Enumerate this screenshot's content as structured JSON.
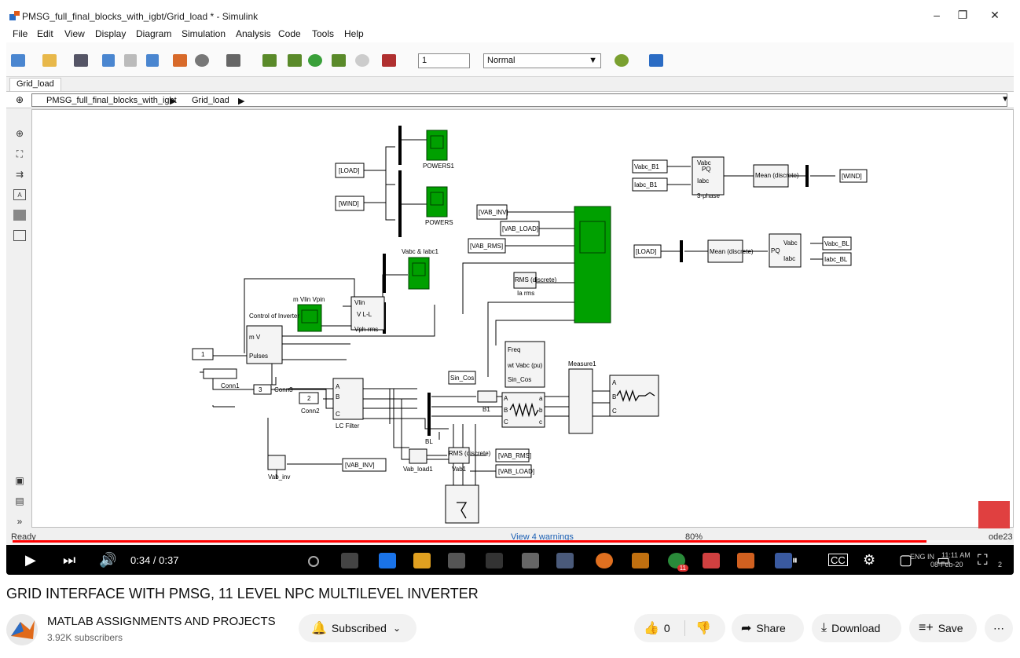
{
  "sim_window": {
    "title": "PMSG_full_final_blocks_with_igbt/Grid_load * - Simulink",
    "controls": {
      "minimize": "–",
      "restore": "❐",
      "close": "✕"
    }
  },
  "menu": [
    "File",
    "Edit",
    "View",
    "Display",
    "Diagram",
    "Simulation",
    "Analysis",
    "Code",
    "Tools",
    "Help"
  ],
  "toolbar": {
    "stop_time": "1",
    "sim_mode": "Normal"
  },
  "tab": "Grid_load",
  "breadcrumb": [
    "PMSG_full_final_blocks_with_igbt",
    "Grid_load"
  ],
  "diagram": {
    "goto_tags": [
      "[LOAD]",
      "[WIND]",
      "[VAB_INV]",
      "[VAB_LOAD]",
      "[VAB_RMS]",
      "[WIND]",
      "[LOAD]",
      "[VAB_INV]",
      "[VAB_RMS]",
      "[VAB_LOAD]"
    ],
    "from_tags": [
      "Vabc_B1",
      "Iabc_B1",
      "Vabc_BL",
      "Iabc_BL",
      "Sin_Cos"
    ],
    "scopes": [
      "POWERS1",
      "POWERS",
      "Vabc & Iabc1",
      "m Vlin Vpin"
    ],
    "blocks": {
      "pq1": "PQ",
      "pq1_sub": "3-phase",
      "mean1": "Mean (discrete)",
      "mean2": "Mean (discrete)",
      "pq2": "PQ",
      "rms1": "RMS (discrete)",
      "rms1_sub": "Ia rms",
      "control": "Control of Inverter",
      "control_ports": [
        "m V",
        "Pulses"
      ],
      "vll": "V L-L",
      "vlin": "Vlin",
      "vphrms": "Vph-rms",
      "freq": [
        "Freq",
        "wt Vabc (pu)",
        "Sin_Cos"
      ],
      "measure": "Measure1",
      "lc_filter": "LC Filter",
      "conn1": "Conn1",
      "conn2": "Conn2",
      "conn3": "Conn3",
      "bl": "BL",
      "b1": "B1",
      "vab_inv": "Vab_inv",
      "vab_load1": "Vab_load1",
      "rms2": "RMS (discrete)",
      "vab1": "Vab1",
      "port1": "1",
      "port2": "2",
      "port3": "3",
      "pq_ports": [
        "Vabc",
        "Iabc",
        "Vabc",
        "Iabc"
      ],
      "phase_labels": [
        "A",
        "B",
        "C",
        "A",
        "B",
        "C",
        "a",
        "b",
        "c",
        "A",
        "B",
        "C"
      ]
    }
  },
  "status": {
    "left": "Ready",
    "center": "View 4 warnings",
    "zoom": "80%",
    "solver": "ode23"
  },
  "player": {
    "time": "0:34 / 0:37",
    "progress": 0.919,
    "clock_time": "11:11 AM",
    "clock_date": "08-Feb-20",
    "lang": "ENG IN",
    "notif": "2",
    "taskbar_badge": "11"
  },
  "video": {
    "title": "GRID INTERFACE WITH PMSG, 11 LEVEL NPC MULTILEVEL INVERTER",
    "channel": "MATLAB ASSIGNMENTS AND PROJECTS",
    "subscribers": "3.92K subscribers",
    "subscribed_label": "Subscribed",
    "likes": "0",
    "share": "Share",
    "download": "Download",
    "save": "Save"
  },
  "colors": {
    "scope_green": "#00a000",
    "progress_red": "#ff0000",
    "accent_block": "#e04040"
  }
}
